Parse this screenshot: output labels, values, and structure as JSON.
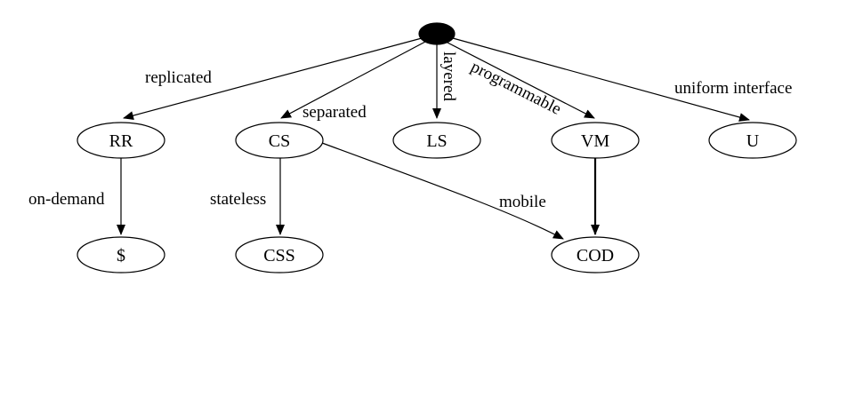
{
  "diagram": {
    "nodes": {
      "root": "",
      "rr": "RR",
      "cs": "CS",
      "ls": "LS",
      "vm": "VM",
      "u": "U",
      "dollar": "$",
      "css": "CSS",
      "cod": "COD"
    },
    "edges": {
      "replicated": "replicated",
      "separated": "separated",
      "layered": "layered",
      "programmable": "programmable",
      "uniform_interface": "uniform interface",
      "on_demand": "on-demand",
      "stateless": "stateless",
      "mobile": "mobile"
    }
  }
}
